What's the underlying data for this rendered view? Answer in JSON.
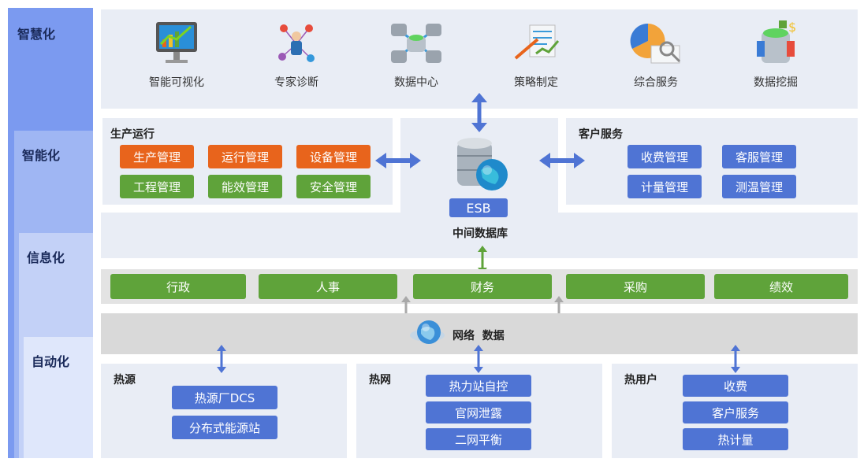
{
  "levels": [
    "智慧化",
    "智能化",
    "信息化",
    "自动化"
  ],
  "top_items": [
    "智能可视化",
    "专家诊断",
    "数据中心",
    "策略制定",
    "综合服务",
    "数据挖掘"
  ],
  "production": {
    "title": "生产运行",
    "orange": [
      "生产管理",
      "运行管理",
      "设备管理"
    ],
    "green": [
      "工程管理",
      "能效管理",
      "安全管理"
    ]
  },
  "customer": {
    "title": "客户服务",
    "items": [
      "收费管理",
      "客服管理",
      "计量管理",
      "测温管理"
    ]
  },
  "esb": {
    "label": "ESB",
    "caption": "中间数据库"
  },
  "info_bar": [
    "行政",
    "人事",
    "财务",
    "采购",
    "绩效"
  ],
  "network": {
    "label": "网络  数据"
  },
  "heat_source": {
    "title": "热源",
    "items": [
      "热源厂DCS",
      "分布式能源站"
    ]
  },
  "heat_net": {
    "title": "热网",
    "items": [
      "热力站自控",
      "官网泄露",
      "二网平衡"
    ]
  },
  "heat_user": {
    "title": "热用户",
    "items": [
      "收费",
      "客户服务",
      "热计量"
    ]
  },
  "colors": {
    "orange": "#e8641c",
    "green": "#5fa33a",
    "blue": "#4f74d4",
    "level": "#6b8fe6"
  }
}
